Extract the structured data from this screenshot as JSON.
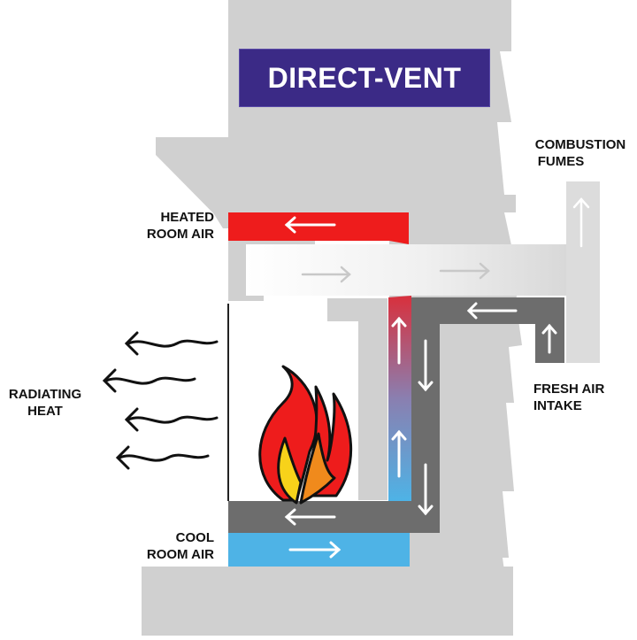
{
  "title": "DIRECT-VENT",
  "labels": {
    "heated_room_air": [
      "HEATED",
      "ROOM AIR"
    ],
    "combustion_fumes": [
      "COMBUSTION",
      "FUMES"
    ],
    "fresh_air_intake": [
      "FRESH AIR",
      "INTAKE"
    ],
    "radiating_heat": [
      "RADIATING",
      "HEAT"
    ],
    "cool_room_air": [
      "COOL",
      "ROOM AIR"
    ]
  },
  "colors": {
    "wall": "#d0d0d0",
    "title_bg": "#3b2a86",
    "heated_air": "#ee1c1c",
    "cool_air": "#4eb3e6",
    "fresh_air_duct": "#6d6d6d",
    "exhaust_duct": "#dcdcdc",
    "arrow": "#ffffff"
  }
}
